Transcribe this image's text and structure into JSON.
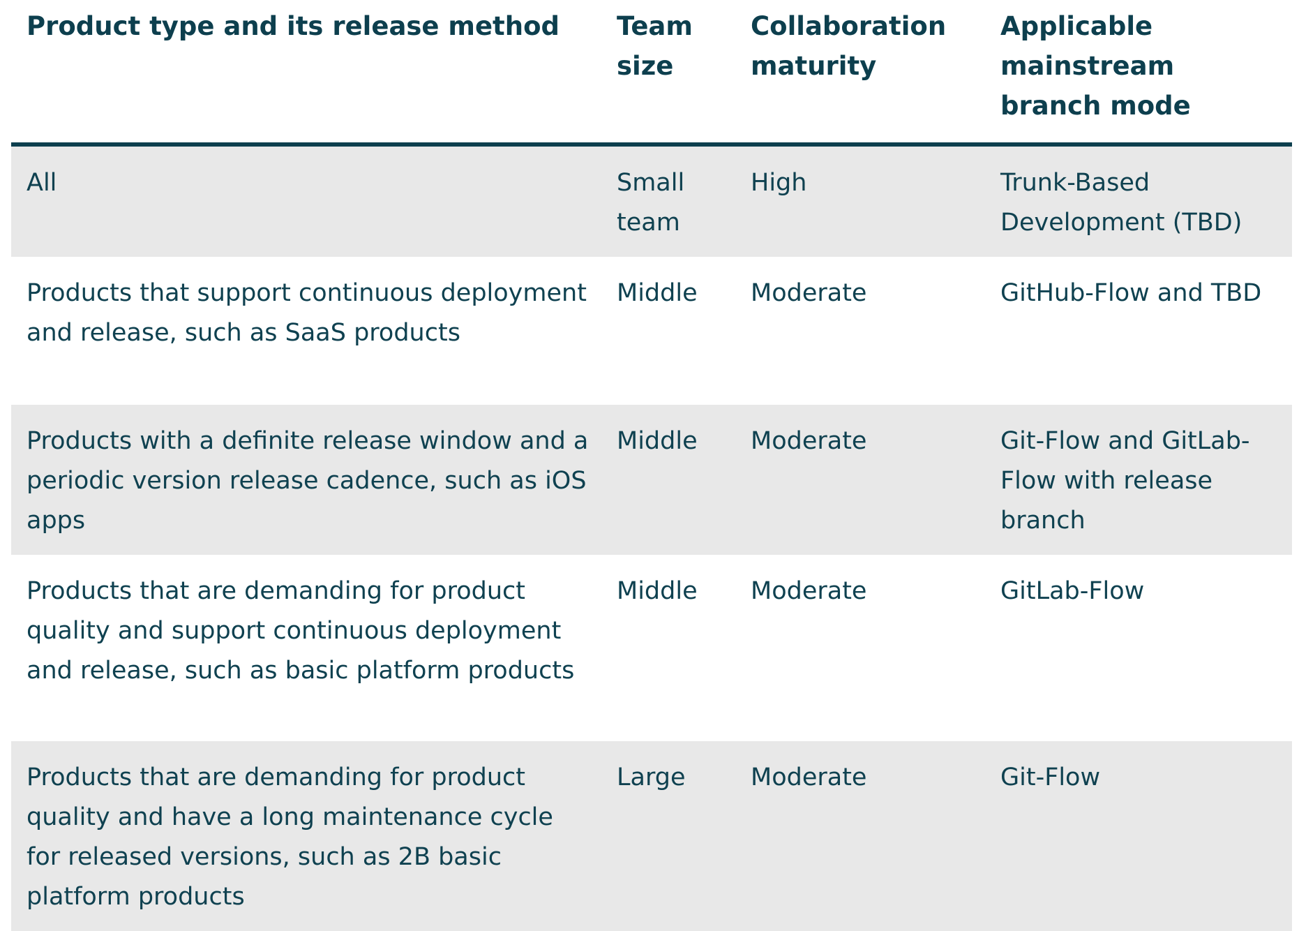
{
  "table": {
    "headers": [
      "Product type and its release method",
      "Team size",
      "Collaboration maturity",
      "Applicable mainstream branch mode"
    ],
    "rows": [
      [
        "All",
        "Small team",
        "High",
        "Trunk-Based Development (TBD)"
      ],
      [
        "Products that support continuous deployment and release, such as SaaS products",
        "Middle",
        "Moderate",
        "GitHub-Flow and TBD"
      ],
      [
        "Products with a definite release window and a periodic version release cadence, such as iOS apps",
        "Middle",
        "Moderate",
        "Git-Flow and GitLab-Flow with release branch"
      ],
      [
        "Products that are demanding for product quality and support continuous deployment and release, such as basic platform products",
        "Middle",
        "Moderate",
        "GitLab-Flow"
      ],
      [
        "Products that are demanding for product quality and have a long maintenance cycle for released versions, such as 2B basic platform products",
        "Large",
        "Moderate",
        "Git-Flow"
      ]
    ]
  },
  "colors": {
    "text": "#0f4150",
    "header_rule": "#0d3f4e",
    "stripe": "#e8e8e8"
  }
}
